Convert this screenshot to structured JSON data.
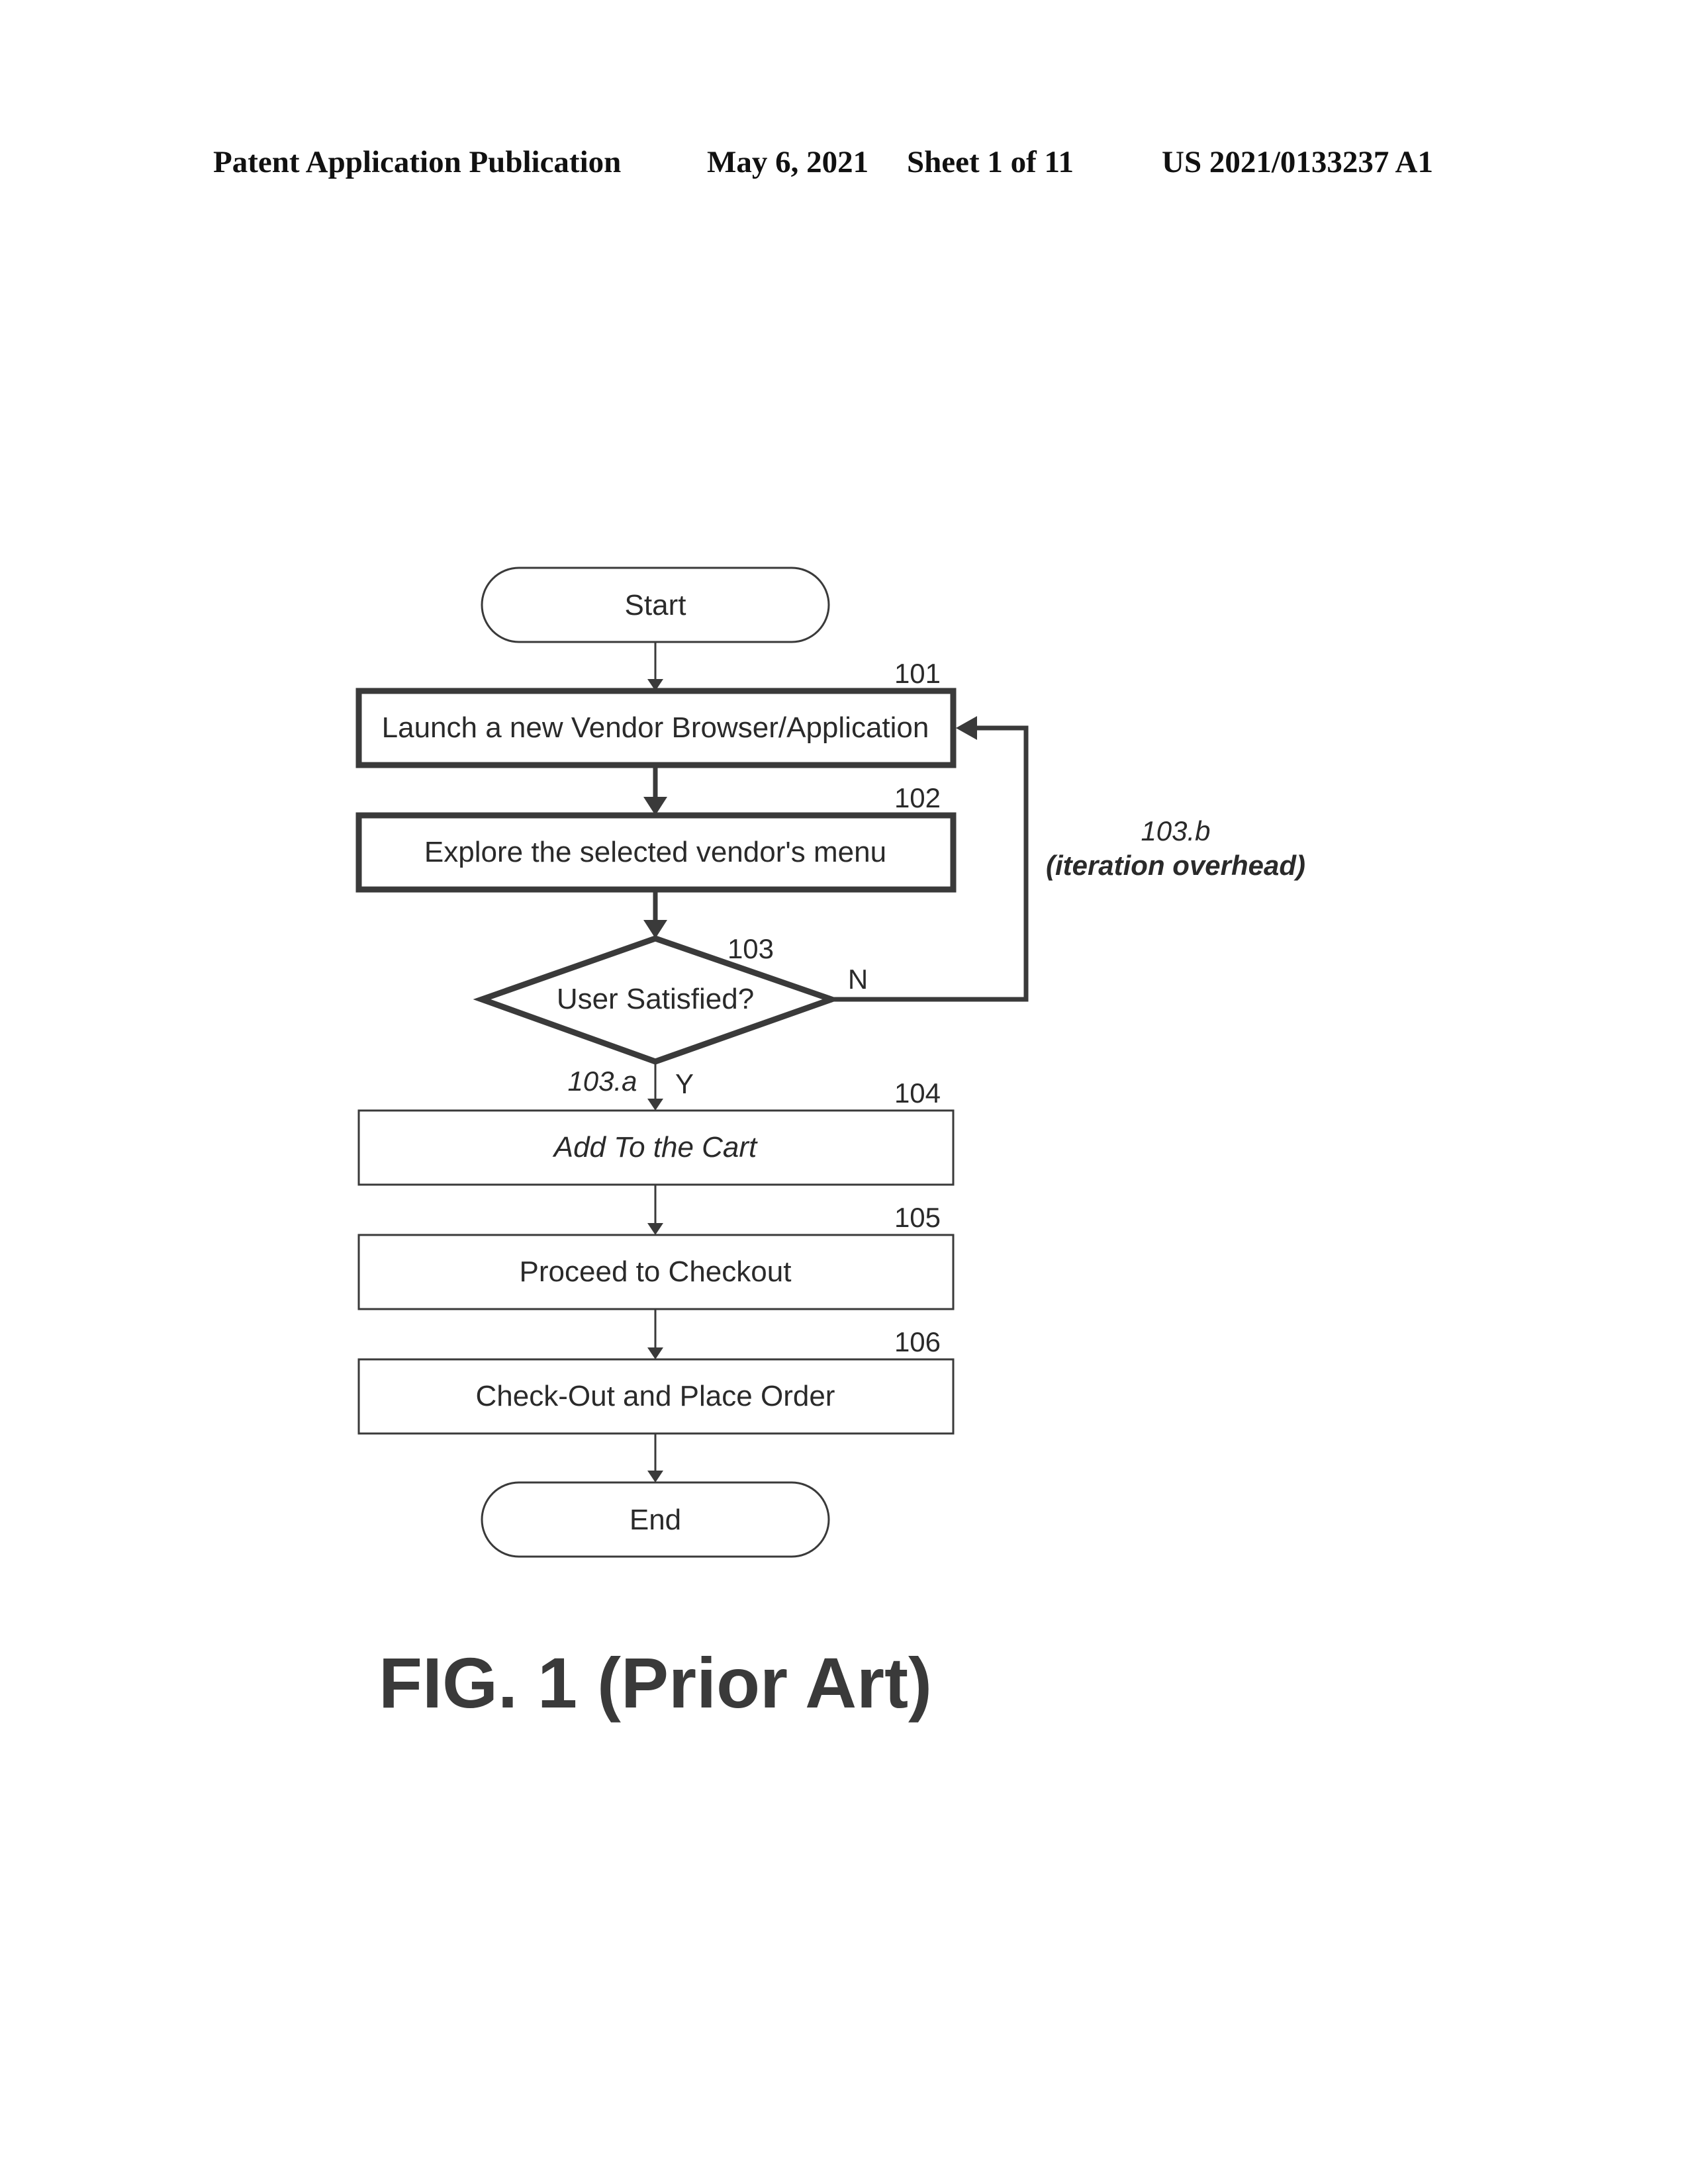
{
  "header": {
    "publication": "Patent Application Publication",
    "date": "May 6, 2021",
    "sheet": "Sheet 1 of 11",
    "number": "US 2021/0133237 A1"
  },
  "flowchart": {
    "start": "Start",
    "steps": [
      {
        "ref": "101",
        "label": "Launch a new Vendor Browser/Application"
      },
      {
        "ref": "102",
        "label": "Explore the selected vendor's menu"
      }
    ],
    "decision": {
      "ref": "103",
      "label": "User Satisfied?",
      "no_label": "N",
      "yes_label": "Y",
      "yes_ref": "103.a",
      "loop_ref": "103.b",
      "loop_note": "(iteration overhead)"
    },
    "later_steps": [
      {
        "ref": "104",
        "label": "Add To the Cart"
      },
      {
        "ref": "105",
        "label": "Proceed to Checkout"
      },
      {
        "ref": "106",
        "label": "Check-Out and Place Order"
      }
    ],
    "end": "End"
  },
  "figure_caption": "FIG. 1 (Prior Art)"
}
